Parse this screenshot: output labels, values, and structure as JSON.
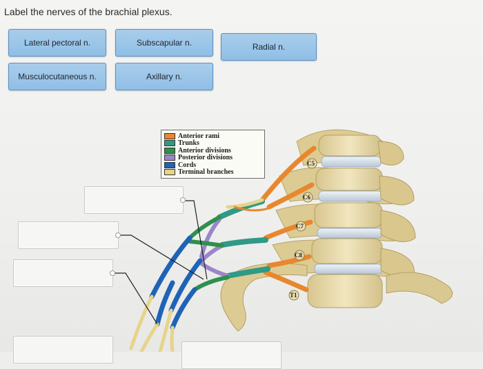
{
  "question": {
    "prompt": "Label the nerves of the brachial plexus."
  },
  "answer_choices": [
    {
      "label": "Lateral pectoral n."
    },
    {
      "label": "Subscapular n."
    },
    {
      "label": "Radial n."
    },
    {
      "label": "Musculocutaneous n."
    },
    {
      "label": "Axillary n."
    }
  ],
  "legend": {
    "items": [
      {
        "label": "Anterior rami",
        "color": "#e8872e"
      },
      {
        "label": "Trunks",
        "color": "#2f9a86"
      },
      {
        "label": "Anterior divisions",
        "color": "#2e8f4e"
      },
      {
        "label": "Posterior divisions",
        "color": "#9a86c8"
      },
      {
        "label": "Cords",
        "color": "#1f63b6"
      },
      {
        "label": "Terminal branches",
        "color": "#e6d48a"
      }
    ]
  },
  "vertebra_labels": [
    "C5",
    "C6",
    "C7",
    "C8",
    "T1"
  ],
  "colors": {
    "choice_fill": "#9cc6e8",
    "choice_border": "#5a8fbf",
    "bone": "#e9dcae",
    "disc": "#cfd8e2"
  }
}
